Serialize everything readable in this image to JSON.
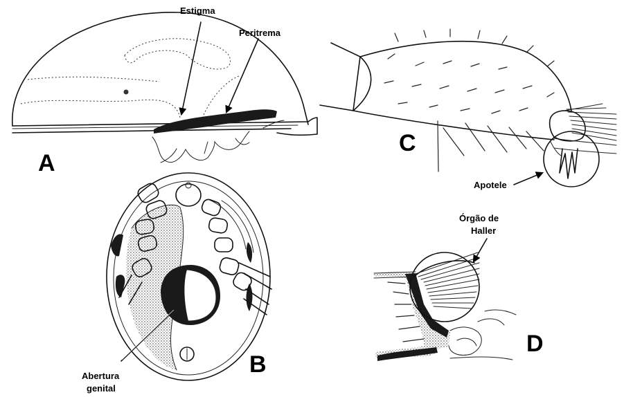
{
  "panels": {
    "a": {
      "letter": "A",
      "labels": {
        "estigma": "Estigma",
        "peritrema": "Peritrema"
      }
    },
    "b": {
      "letter": "B",
      "labels": {
        "abertura_line1": "Abertura",
        "abertura_line2": "genital"
      }
    },
    "c": {
      "letter": "C",
      "labels": {
        "apotele": "Apotele"
      }
    },
    "d": {
      "letter": "D",
      "labels": {
        "haller_line1": "Órgão de",
        "haller_line2": "Haller"
      }
    }
  }
}
